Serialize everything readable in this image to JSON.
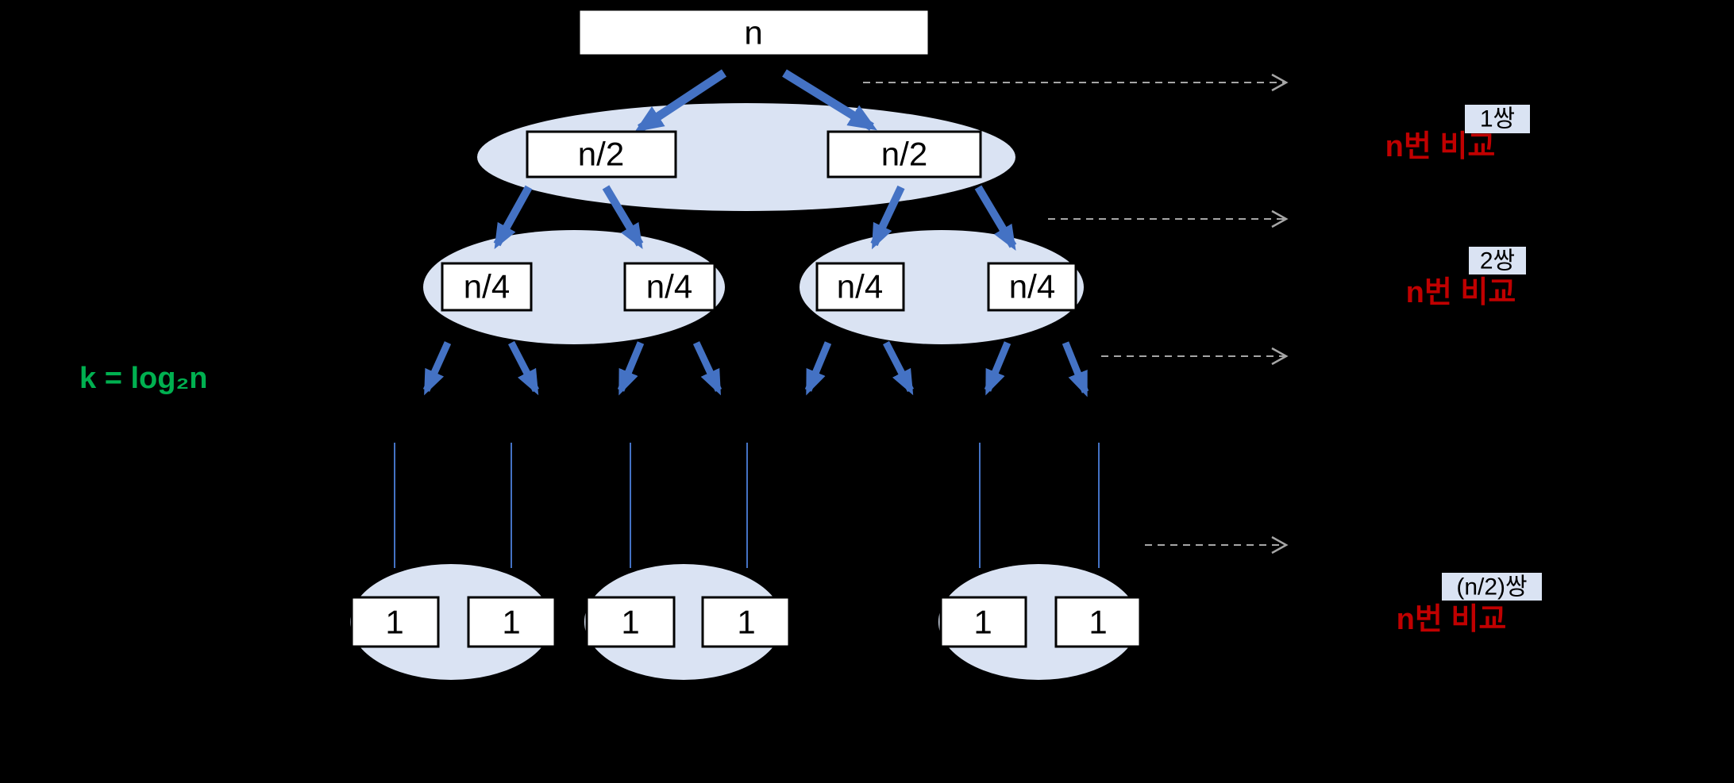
{
  "tree": {
    "root": {
      "label": "n"
    },
    "level2": [
      {
        "label": "n/2"
      },
      {
        "label": "n/2"
      }
    ],
    "level3": [
      {
        "label": "n/4"
      },
      {
        "label": "n/4"
      },
      {
        "label": "n/4"
      },
      {
        "label": "n/4"
      }
    ],
    "leaves": [
      {
        "label": "1"
      },
      {
        "label": "1"
      },
      {
        "label": "1"
      },
      {
        "label": "1"
      },
      {
        "label": "1"
      },
      {
        "label": "1"
      }
    ]
  },
  "annotations": {
    "depth_formula": "k = log₂n",
    "levels": [
      {
        "pair": "1쌍",
        "comparisons": "n번 비교"
      },
      {
        "pair": "2쌍",
        "comparisons": "n번 비교"
      },
      {
        "pair": "(n/2)쌍",
        "comparisons": "n번 비교"
      }
    ]
  },
  "colors": {
    "background": "#000000",
    "arrow_blue": "#4472C4",
    "connector_blue": "#4472C4",
    "ellipse_fill": "#DAE3F3",
    "box_fill": "#FFFFFF",
    "box_border": "#000000",
    "pair_highlight": "#DAE3F3",
    "comparison_red": "#C00000",
    "formula_green": "#00B050",
    "dashed_gray": "#A6A6A6"
  }
}
